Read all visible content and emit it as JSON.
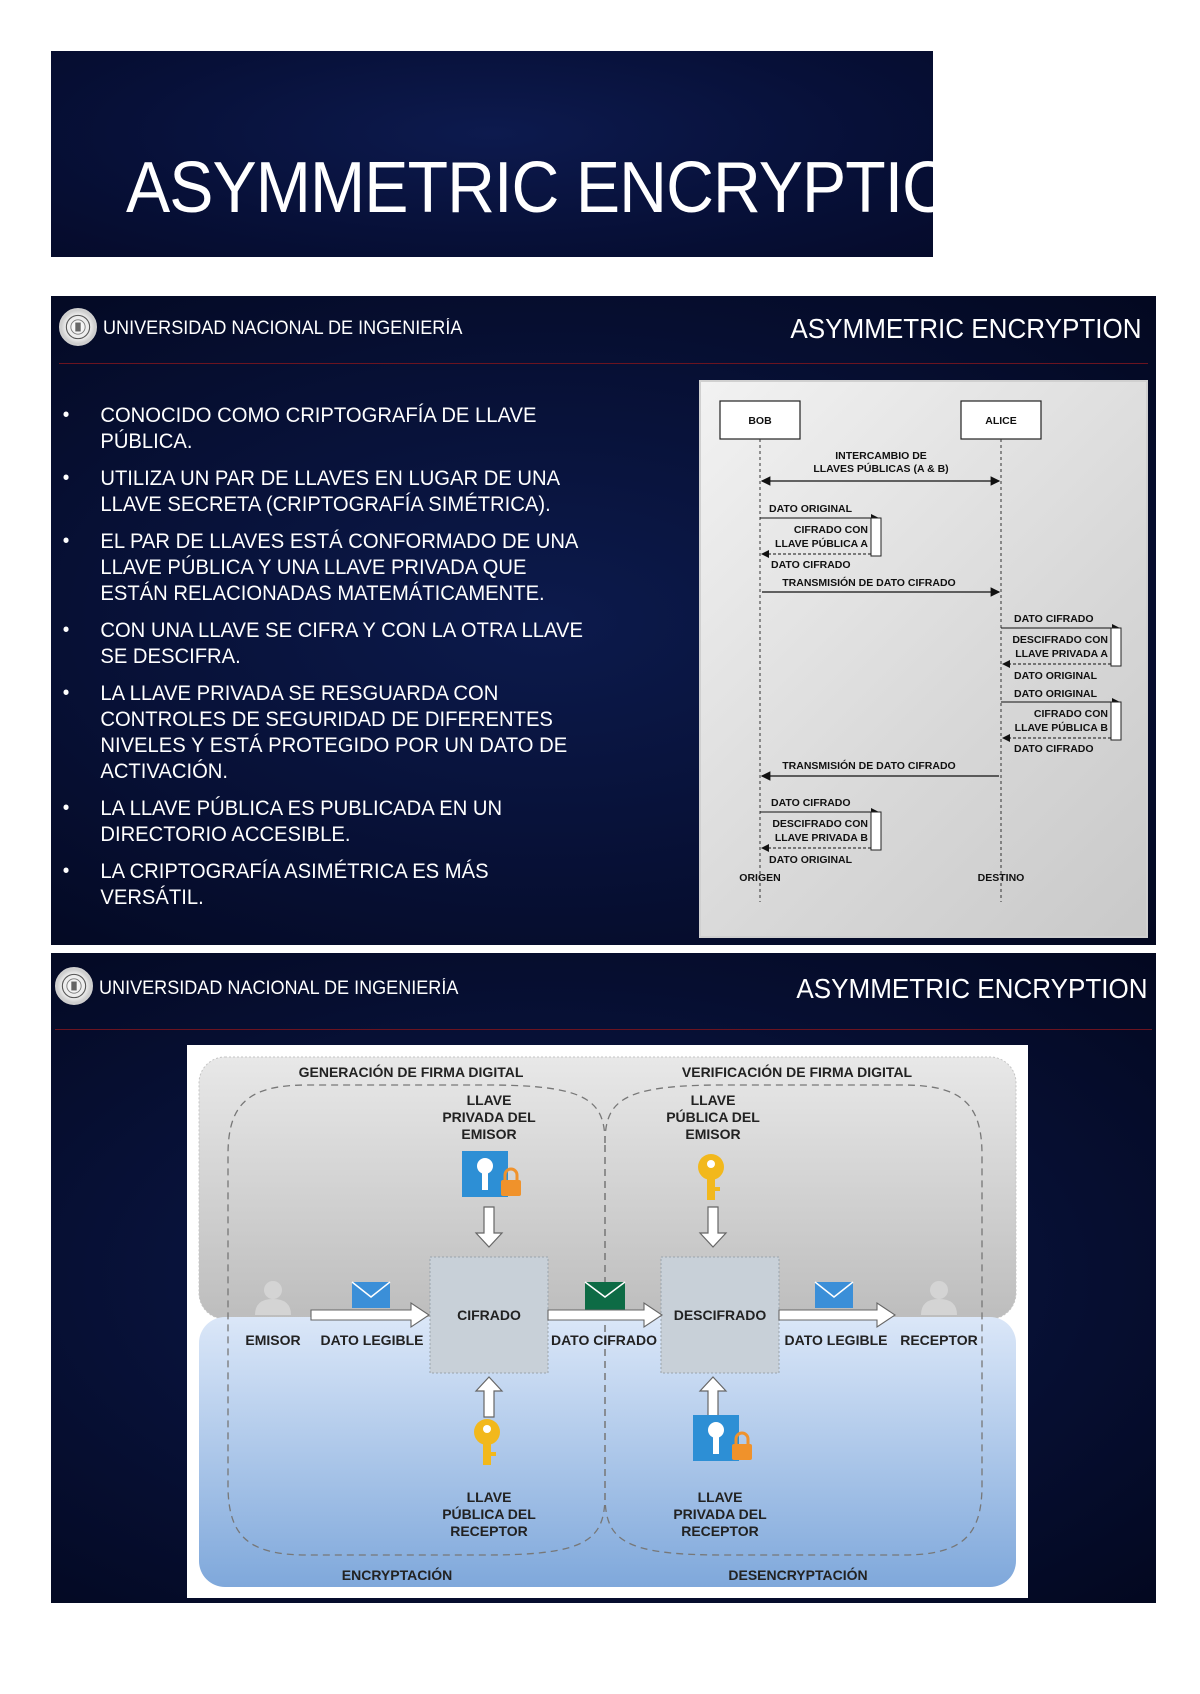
{
  "title_slide": {
    "title": "ASYMMETRIC ENCRYPTION"
  },
  "header": {
    "university": "UNIVERSIDAD NACIONAL DE INGENIERÍA",
    "slide_title": "ASYMMETRIC ENCRYPTION"
  },
  "slide2": {
    "bullets": [
      [
        "CONOCIDO COMO CRIPTOGRAFÍA DE LLAVE",
        "PÚBLICA."
      ],
      [
        "UTILIZA UN PAR DE LLAVES EN LUGAR DE UNA",
        "LLAVE SECRETA (CRIPTOGRAFÍA SIMÉTRICA)."
      ],
      [
        "EL PAR DE LLAVES ESTÁ CONFORMADO DE UNA",
        "LLAVE PÚBLICA Y UNA LLAVE PRIVADA QUE",
        "ESTÁN RELACIONADAS MATEMÁTICAMENTE."
      ],
      [
        "CON UNA LLAVE SE CIFRA Y CON LA OTRA LLAVE",
        "SE DESCIFRA."
      ],
      [
        "LA LLAVE PRIVADA SE RESGUARDA CON",
        "CONTROLES DE SEGURIDAD DE DIFERENTES",
        "NIVELES Y ESTÁ PROTEGIDO POR UN DATO DE",
        "ACTIVACIÓN."
      ],
      [
        "LA LLAVE PÚBLICA ES PUBLICADA EN UN",
        "DIRECTORIO ACCESIBLE."
      ],
      [
        "LA CRIPTOGRAFÍA ASIMÉTRICA ES MÁS",
        "VERSÁTIL."
      ]
    ],
    "sequence": {
      "actor_left": "BOB",
      "actor_right": "ALICE",
      "exchange": [
        "INTERCAMBIO DE",
        "LLAVES PÚBLICAS (A & B)"
      ],
      "bob_original_1": "DATO ORIGINAL",
      "bob_encrypt": [
        "CIFRADO CON",
        "LLAVE PÚBLICA A"
      ],
      "bob_ciphered_1": "DATO CIFRADO",
      "transmit_1": "TRANSMISIÓN DE DATO CIFRADO",
      "alice_ciphered_1": "DATO CIFRADO",
      "alice_decrypt": [
        "DESCIFRADO CON",
        "LLAVE PRIVADA A"
      ],
      "alice_original_1": "DATO ORIGINAL",
      "alice_original_2": "DATO ORIGINAL",
      "alice_encrypt": [
        "CIFRADO CON",
        "LLAVE PÚBLICA B"
      ],
      "alice_ciphered_2": "DATO CIFRADO",
      "transmit_2": "TRANSMISIÓN DE DATO CIFRADO",
      "bob_ciphered_2": "DATO CIFRADO",
      "bob_decrypt": [
        "DESCIFRADO CON",
        "LLAVE PRIVADA B"
      ],
      "bob_original_2": "DATO ORIGINAL",
      "footer_left": "ORIGEN",
      "footer_right": "DESTINO"
    }
  },
  "slide3": {
    "gen_title": "GENERACIÓN DE FIRMA DIGITAL",
    "ver_title": "VERIFICACIÓN DE FIRMA DIGITAL",
    "key_priv_emisor": [
      "LLAVE",
      "PRIVADA DEL",
      "EMISOR"
    ],
    "key_pub_emisor": [
      "LLAVE",
      "PÚBLICA DEL",
      "EMISOR"
    ],
    "emisor": "EMISOR",
    "dato_legible_1": "DATO LEGIBLE",
    "cifrado": "CIFRADO",
    "dato_cifrado": "DATO CIFRADO",
    "descifrado": "DESCIFRADO",
    "dato_legible_2": "DATO LEGIBLE",
    "receptor": "RECEPTOR",
    "key_pub_receptor": [
      "LLAVE",
      "PÚBLICA DEL",
      "RECEPTOR"
    ],
    "key_priv_receptor": [
      "LLAVE",
      "PRIVADA DEL",
      "RECEPTOR"
    ],
    "encryption_label": "ENCRYPTACIÓN",
    "decryption_label": "DESENCRYPTACIÓN"
  },
  "colors": {
    "navy": "#071038",
    "divider": "#6b1420",
    "blue_key": "#2d8fd5",
    "gold_key": "#f2b81c",
    "lock": "#f0922b",
    "envelope": "#3b8fd8",
    "envelope_green": "#0d6b45"
  }
}
